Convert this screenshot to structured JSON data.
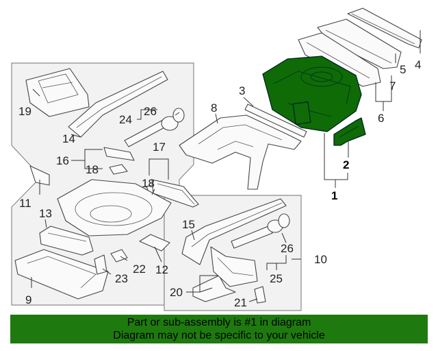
{
  "labels": {
    "c1": "1",
    "c2": "2",
    "c3": "3",
    "c4": "4",
    "c5": "5",
    "c6": "6",
    "c7": "7",
    "c8": "8",
    "c9": "9",
    "c10": "10",
    "c11": "11",
    "c12": "12",
    "c13": "13",
    "c14": "14",
    "c15": "15",
    "c16": "16",
    "c17": "17",
    "c18a": "18",
    "c18b": "18",
    "c19": "19",
    "c20": "20",
    "c21": "21",
    "c22": "22",
    "c23": "23",
    "c24": "24",
    "c25": "25",
    "c26a": "26",
    "c26b": "26"
  },
  "highlight_color": "#0f6b06",
  "banner": {
    "line1": "Part or sub-assembly is #1 in diagram",
    "line2": "Diagram may not be specific to your vehicle",
    "background": "#1e7a0e"
  }
}
